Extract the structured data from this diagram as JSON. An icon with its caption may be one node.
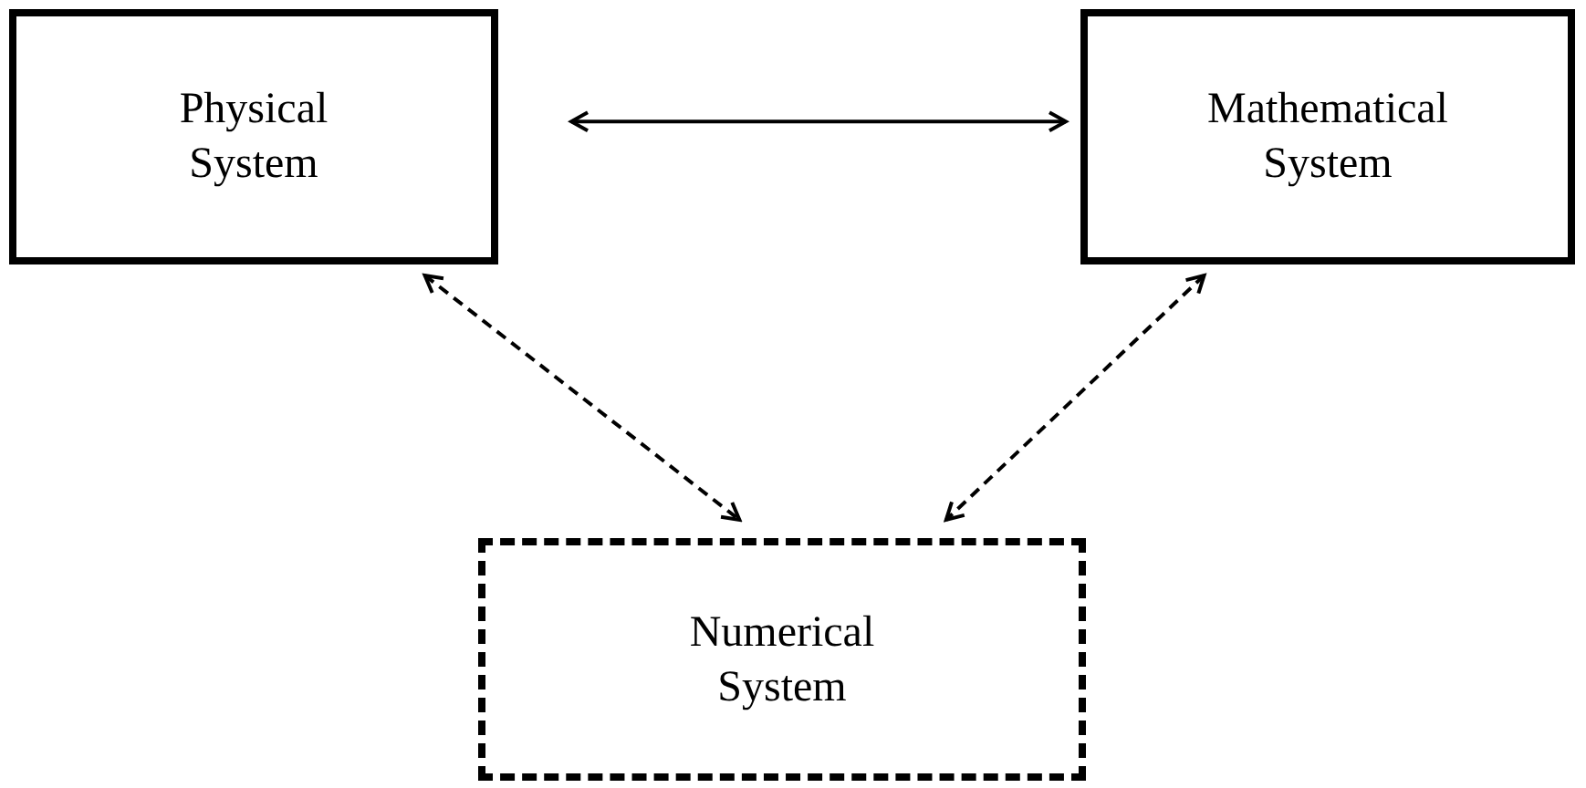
{
  "diagram": {
    "nodes": [
      {
        "text": [
          "Physical System"
        ]
      },
      {
        "text": [
          "Mathematical System"
        ]
      },
      {
        "text": [
          "Numerical System"
        ]
      }
    ],
    "edges": [
      {
        "from": 0,
        "to": 1,
        "arrow": "both"
      },
      {
        "from": 0,
        "to": 2,
        "arrow": "both",
        "style": "dashed"
      },
      {
        "from": 1,
        "to": 2,
        "arrow": "both",
        "style": "dashed"
      }
    ]
  }
}
